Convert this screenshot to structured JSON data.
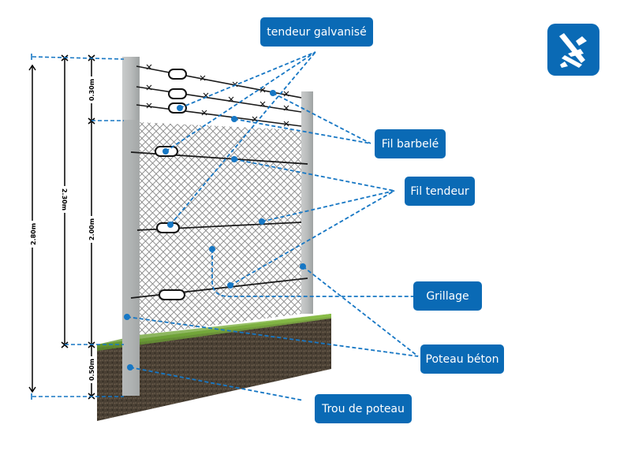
{
  "diagram": {
    "title": "Clôture grillage avec fil barbelé",
    "accent_color": "#0a6ab5",
    "labels": {
      "tendeur": "tendeur galvanisé",
      "barbele": "Fil barbelé",
      "fil_tendeur": "Fil tendeur",
      "grillage": "Grillage",
      "poteau": "Poteau béton",
      "trou": "Trou de poteau"
    },
    "dimensions": {
      "total": "2.80m",
      "above_ground": "2.30m",
      "barbed_section": "0.30m",
      "mesh_section": "2.00m",
      "buried": "0.50m"
    },
    "logo": "brand-logo-icon"
  }
}
